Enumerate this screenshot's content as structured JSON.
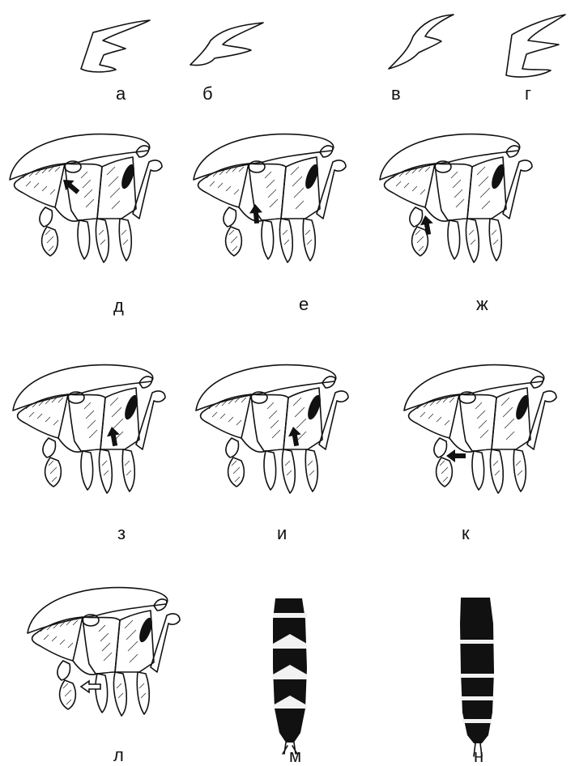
{
  "figure": {
    "panel_labels": [
      "а",
      "б",
      "в",
      "г",
      "д",
      "е",
      "ж",
      "з",
      "и",
      "к",
      "л",
      "м",
      "н"
    ]
  },
  "icons": {
    "mandible": "mandible-outline-icon",
    "thorax": "thorax-lateral-drawing-icon",
    "arrow_solid": "solid-arrow-icon",
    "arrow_open": "open-arrow-icon",
    "abdomen": "banded-abdomen-icon"
  },
  "colors": {
    "ink": "#111111",
    "background": "#ffffff",
    "band": "#f2f2f2"
  }
}
